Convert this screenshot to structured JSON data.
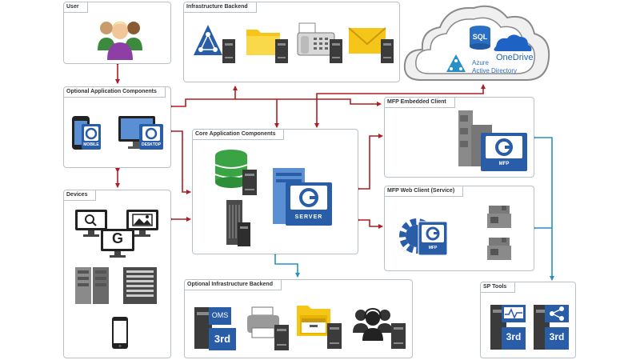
{
  "panels": {
    "user": "User",
    "infra_backend": "Infrastructure Backend",
    "optional_app": "Optional Application Components",
    "core_app": "Core Application Components",
    "mfp_embedded": "MFP Embedded Client",
    "devices": "Devices",
    "mfp_web": "MFP Web Client (Service)",
    "optional_infra": "Optional Infrastructure Backend",
    "sp_tools": "SP Tools"
  },
  "cloud": {
    "sql": "SQL",
    "azure_line1": "Azure",
    "azure_line2": "Active Directory",
    "onedrive": "OneDrive"
  },
  "icon_labels": {
    "mobile": "MOBILE",
    "desktop": "DESKTOP",
    "server": "SERVER",
    "mfp": "MFP",
    "mfp_web": "MFP",
    "oms": "OMS",
    "third_party": "3rd",
    "sp_third_a": "3rd",
    "sp_third_b": "3rd",
    "device_g": "G"
  },
  "colors": {
    "red_link": "#b01e23",
    "blue_link": "#2a8fc4",
    "brand_blue": "#2a5da8",
    "panel_border": "#b9c2c8",
    "server_gray": "#3b3b3b",
    "folder_yellow": "#f5c518"
  }
}
